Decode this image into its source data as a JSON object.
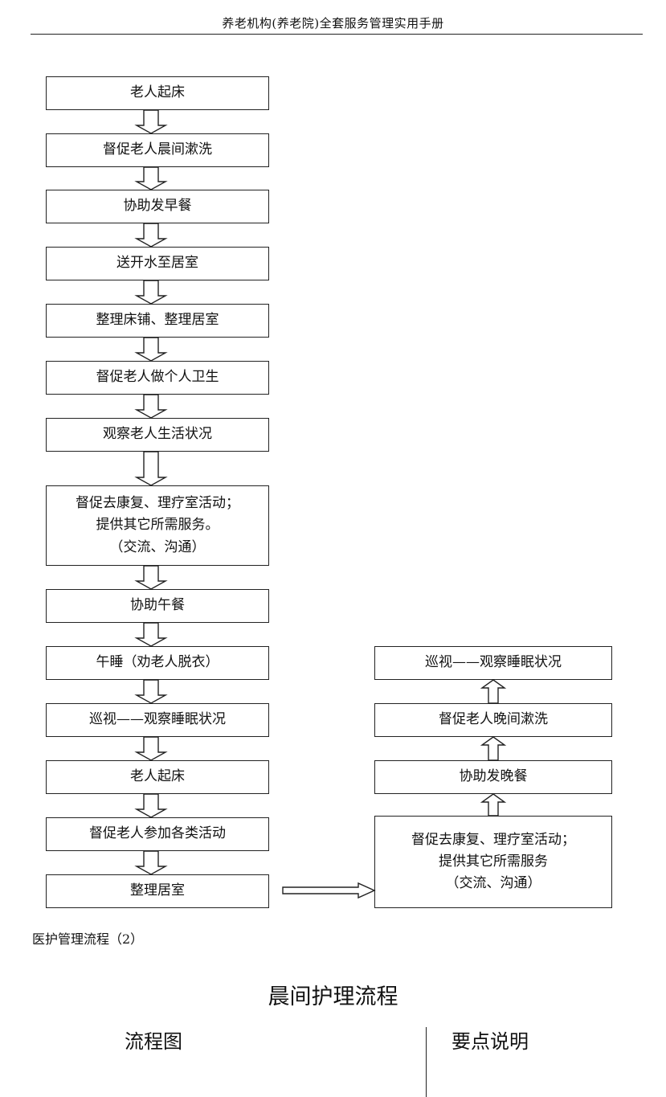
{
  "header": {
    "title": "养老机构(养老院)全套服务管理实用手册"
  },
  "left_steps": [
    {
      "lines": [
        "老人起床"
      ]
    },
    {
      "lines": [
        "督促老人晨间漱洗"
      ]
    },
    {
      "lines": [
        "协助发早餐"
      ]
    },
    {
      "lines": [
        "送开水至居室"
      ]
    },
    {
      "lines": [
        "整理床铺、整理居室"
      ]
    },
    {
      "lines": [
        "督促老人做个人卫生"
      ]
    },
    {
      "lines": [
        "观察老人生活状况"
      ]
    },
    {
      "lines": [
        "督促去康复、理疗室活动；",
        "提供其它所需服务。",
        "（交流、沟通）"
      ]
    },
    {
      "lines": [
        "协助午餐"
      ]
    },
    {
      "lines": [
        "午睡（劝老人脱衣）"
      ]
    },
    {
      "lines": [
        "巡视——观察睡眠状况"
      ]
    },
    {
      "lines": [
        "老人起床"
      ]
    },
    {
      "lines": [
        "督促老人参加各类活动"
      ]
    },
    {
      "lines": [
        "整理居室"
      ]
    }
  ],
  "right_steps": [
    {
      "lines": [
        "巡视——观察睡眠状况"
      ]
    },
    {
      "lines": [
        "督促老人晚间漱洗"
      ]
    },
    {
      "lines": [
        "协助发晚餐"
      ]
    },
    {
      "lines": [
        "督促去康复、理疗室活动；",
        "提供其它所需服务",
        "（交流、沟通）"
      ]
    }
  ],
  "caption": "医护管理流程（2）",
  "section": {
    "title": "晨间护理流程",
    "left_heading": "流程图",
    "right_heading": "要点说明"
  }
}
